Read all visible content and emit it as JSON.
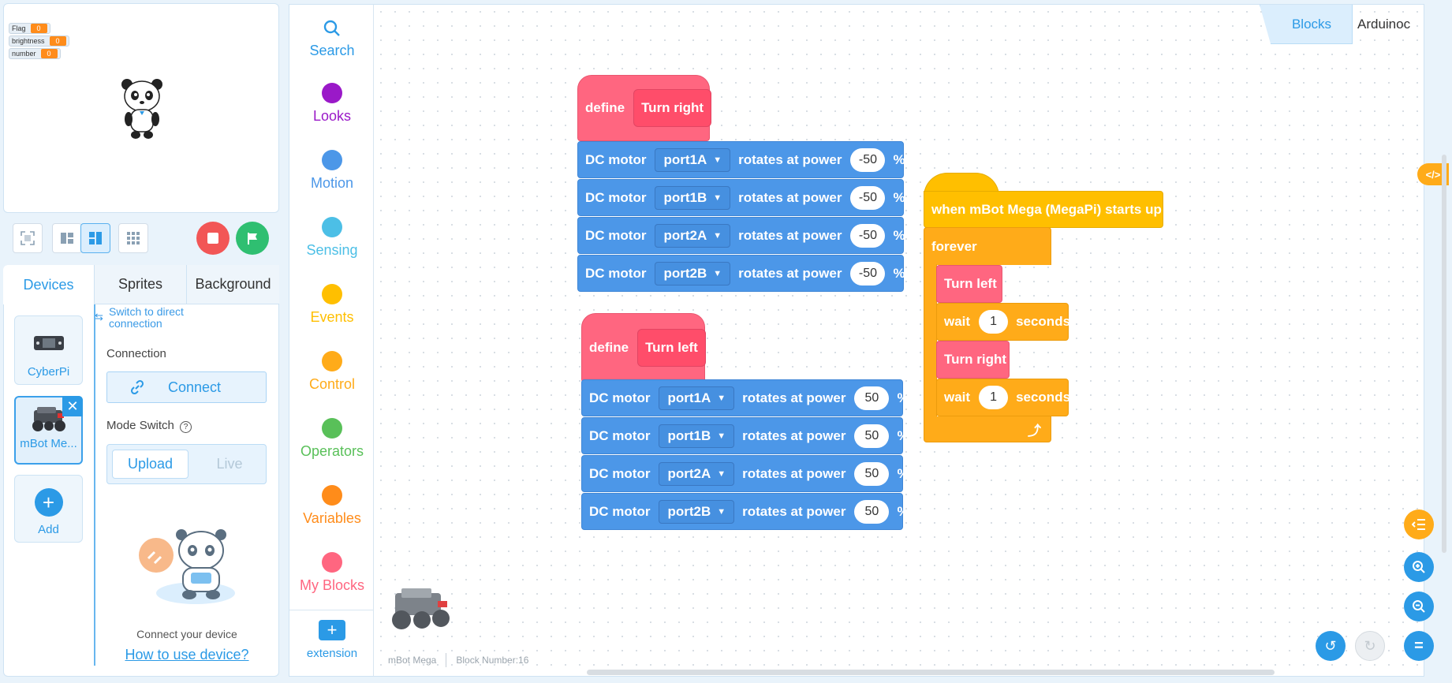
{
  "stage": {
    "variables": [
      {
        "name": "Flag",
        "value": "0"
      },
      {
        "name": "brightness",
        "value": "0"
      },
      {
        "name": "number",
        "value": "0"
      }
    ]
  },
  "tabs": [
    "Devices",
    "Sprites",
    "Background"
  ],
  "devices": {
    "switch_link": "Switch to direct connection",
    "items": [
      {
        "name": "CyberPi"
      },
      {
        "name": "mBot Me..."
      }
    ],
    "add_label": "Add",
    "connection_label": "Connection",
    "connect_button": "Connect",
    "mode_switch_label": "Mode Switch",
    "mode_upload": "Upload",
    "mode_live": "Live",
    "connect_text": "Connect your device",
    "howto_link": "How to use device?"
  },
  "categories": [
    {
      "label": "Search",
      "color": "#2b9ae6"
    },
    {
      "label": "Looks",
      "color": "#9a19c8"
    },
    {
      "label": "Motion",
      "color": "#4c97e8"
    },
    {
      "label": "Sensing",
      "color": "#4cbfe6"
    },
    {
      "label": "Events",
      "color": "#ffbf00"
    },
    {
      "label": "Control",
      "color": "#ffab19"
    },
    {
      "label": "Operators",
      "color": "#59c059"
    },
    {
      "label": "Variables",
      "color": "#ff8c1a"
    },
    {
      "label": "My Blocks",
      "color": "#ff6680"
    }
  ],
  "extension_label": "extension",
  "editor_tabs": [
    "Blocks",
    "Arduinoc"
  ],
  "blocks": {
    "define_word": "define",
    "turn_right": "Turn right",
    "turn_left": "Turn left",
    "motor_label": "DC motor",
    "rotates_label": "rotates at power",
    "percent": "%",
    "ports": [
      "port1A",
      "port1B",
      "port2A",
      "port2B"
    ],
    "right_power": "-50",
    "left_power": "50",
    "event_hat": "when mBot Mega (MegaPi) starts up",
    "forever": "forever",
    "wait_word": "wait",
    "seconds_word": "seconds",
    "wait_value": "1"
  },
  "footer": {
    "device": "mBot Mega",
    "block_number": "Block Number:16"
  },
  "colors": {
    "accent": "#2b9ae6",
    "motion": "#4c97e8",
    "myblocks": "#ff6680",
    "control": "#ffab19",
    "events": "#ffbf00",
    "stop": "#f25656",
    "go": "#2fbf71"
  }
}
